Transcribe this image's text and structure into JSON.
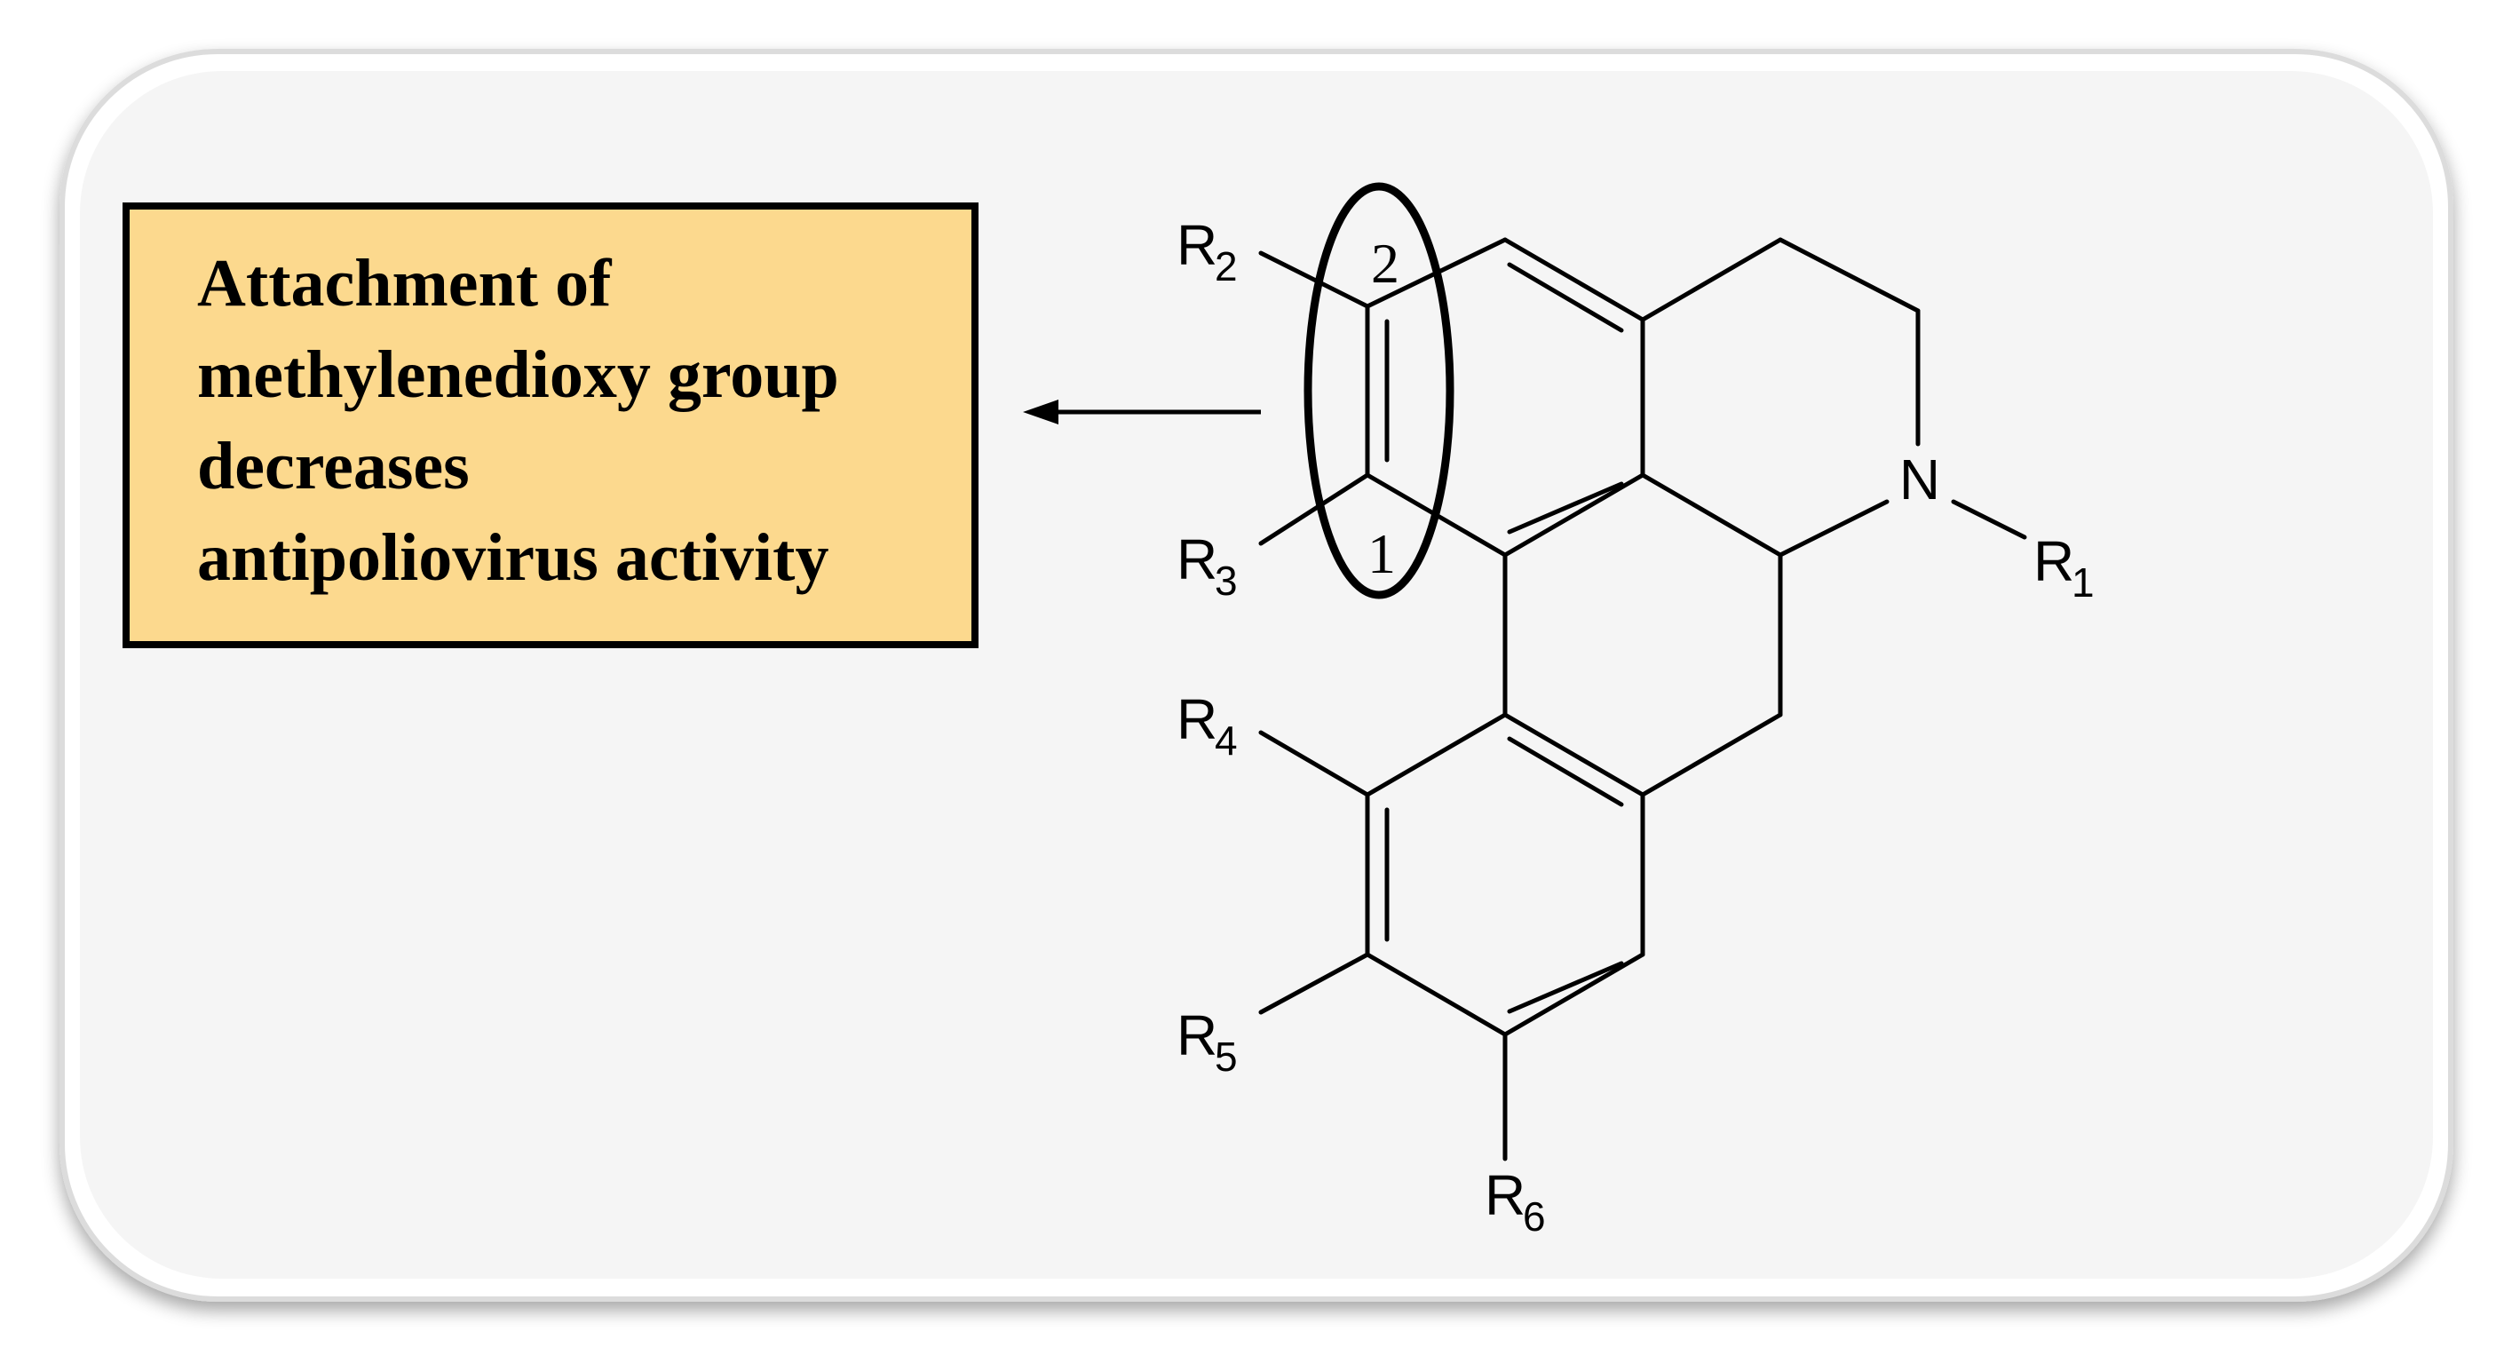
{
  "callout": {
    "lines": [
      "Attachment of",
      "methylenedioxy group",
      "decreases",
      "antipoliovirus activity"
    ],
    "background_color": "#fcd98e"
  },
  "molecule": {
    "nitrogen_label": "N",
    "substituents": [
      {
        "base": "R",
        "sub": "1"
      },
      {
        "base": "R",
        "sub": "2"
      },
      {
        "base": "R",
        "sub": "3"
      },
      {
        "base": "R",
        "sub": "4"
      },
      {
        "base": "R",
        "sub": "5"
      },
      {
        "base": "R",
        "sub": "6"
      }
    ],
    "highlight_positions": [
      "2",
      "1"
    ]
  }
}
